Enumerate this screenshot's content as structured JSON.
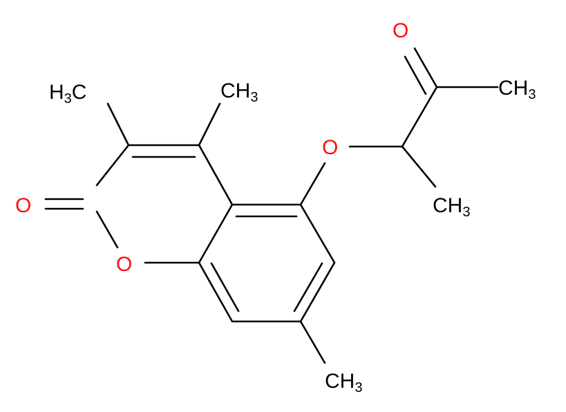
{
  "diagram": {
    "type": "chemical-structure",
    "colors": {
      "bond": "#000000",
      "carbon_label": "#000000",
      "oxygen_label": "#ff0d0d",
      "background": "#ffffff"
    },
    "labels": {
      "methyl_3": {
        "main": "H",
        "sub": "3",
        "tail": "C",
        "element": "C"
      },
      "methyl_4": {
        "main": "CH",
        "sub": "3",
        "element": "C"
      },
      "methyl_ketone": {
        "main": "CH",
        "sub": "3",
        "element": "C"
      },
      "methyl_side": {
        "main": "CH",
        "sub": "3",
        "element": "C"
      },
      "methyl_7": {
        "main": "CH",
        "sub": "3",
        "element": "C"
      },
      "oxygen_carbonyl_ring": {
        "main": "O",
        "element": "O"
      },
      "oxygen_ring": {
        "main": "O",
        "element": "O"
      },
      "oxygen_ether": {
        "main": "O",
        "element": "O"
      },
      "oxygen_ketone": {
        "main": "O",
        "element": "O"
      }
    }
  }
}
